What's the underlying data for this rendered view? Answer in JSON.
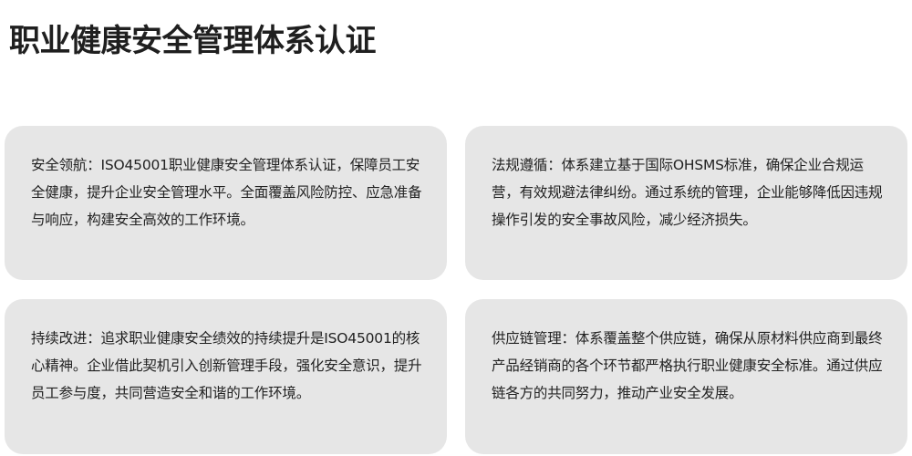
{
  "page": {
    "title": "职业健康安全管理体系认证",
    "background_color": "#ffffff",
    "card_color": "#e6e6e6",
    "text_color": "#222222"
  },
  "cards": [
    {
      "heading": "安全领航",
      "text": "安全领航：ISO45001职业健康安全管理体系认证，保障员工安全健康，提升企业安全管理水平。全面覆盖风险防控、应急准备与响应，构建安全高效的工作环境。"
    },
    {
      "heading": "法规遵循",
      "text": "法规遵循：体系建立基于国际OHSMS标准，确保企业合规运营，有效规避法律纠纷。通过系统的管理，企业能够降低因违规操作引发的安全事故风险，减少经济损失。"
    },
    {
      "heading": "持续改进",
      "text": "持续改进：追求职业健康安全绩效的持续提升是ISO45001的核心精神。企业借此契机引入创新管理手段，强化安全意识，提升员工参与度，共同营造安全和谐的工作环境。"
    },
    {
      "heading": "供应链管理",
      "text": "供应链管理：体系覆盖整个供应链，确保从原材料供应商到最终产品经销商的各个环节都严格执行职业健康安全标准。通过供应链各方的共同努力，推动产业安全发展。"
    }
  ]
}
